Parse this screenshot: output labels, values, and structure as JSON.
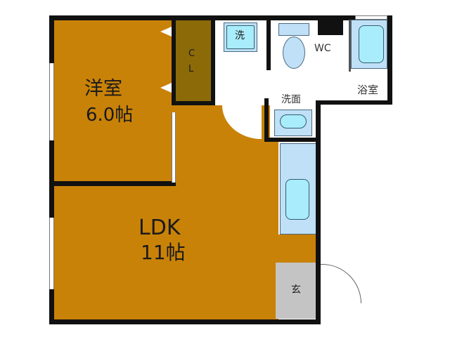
{
  "floor_plan": {
    "rooms": {
      "western_room": {
        "name": "洋室",
        "size": "6.0帖"
      },
      "closet": {
        "line1": "C",
        "line2": "L"
      },
      "ldk": {
        "name": "LDK",
        "size": "11帖"
      },
      "washer": {
        "label": "洗"
      },
      "toilet": {
        "label": "WC"
      },
      "bathroom": {
        "label": "浴室"
      },
      "washroom": {
        "label": "洗面"
      },
      "entrance": {
        "label": "玄"
      }
    },
    "colors": {
      "floor": "#c98208",
      "closet": "#8c6a08",
      "fixture": "#bfe0f6",
      "entrance": "#c4c4c4",
      "wall": "#111111"
    }
  }
}
